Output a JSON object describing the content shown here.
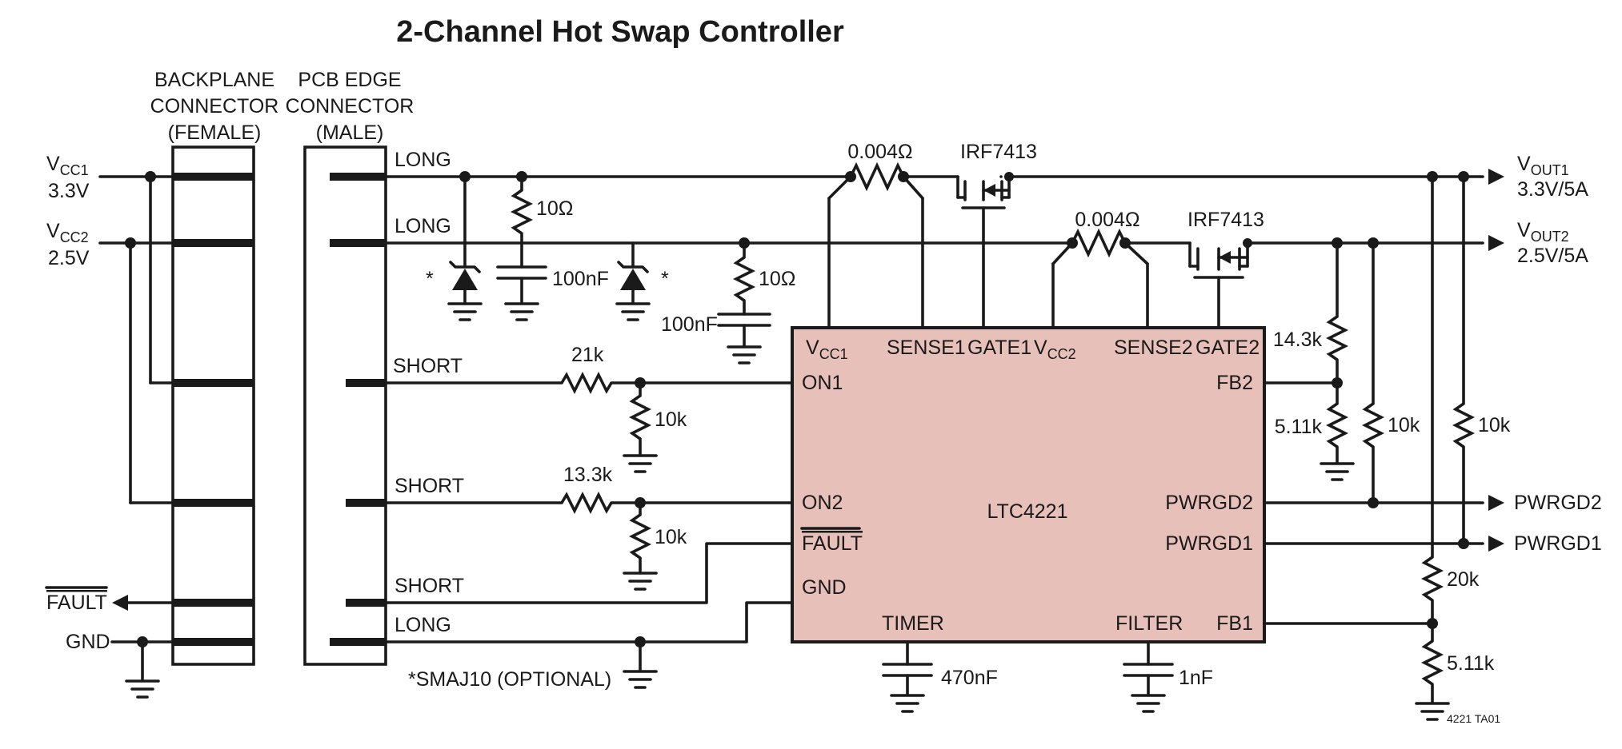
{
  "title": "2-Channel Hot Swap Controller",
  "connectors": {
    "backplane": [
      "BACKPLANE",
      "CONNECTOR",
      "(FEMALE)"
    ],
    "pcb_edge": [
      "PCB EDGE",
      "CONNECTOR",
      "(MALE)"
    ]
  },
  "supplies": {
    "vcc1_main": "V",
    "vcc1_sub": "CC1",
    "vcc1_value": "3.3V",
    "vcc2_main": "V",
    "vcc2_sub": "CC2",
    "vcc2_value": "2.5V"
  },
  "pins": {
    "long1": "LONG",
    "long2": "LONG",
    "short1": "SHORT",
    "short2": "SHORT",
    "short3": "SHORT",
    "long3": "LONG"
  },
  "edge_signals": {
    "fault": "FAULT",
    "gnd": "GND"
  },
  "components": {
    "sense1": "0.004Ω",
    "sense2": "0.004Ω",
    "fet1": "IRF7413",
    "fet2": "IRF7413",
    "r_snub1": "10Ω",
    "c_snub1": "100nF",
    "r_snub2": "10Ω",
    "c_snub2": "100nF",
    "r_on1_top": "21k",
    "r_on1_bot": "10k",
    "r_on2_top": "13.3k",
    "r_on2_bot": "10k",
    "r_fb2_top": "14.3k",
    "r_fb2_bot": "5.11k",
    "r_pg2": "10k",
    "r_pg1": "10k",
    "r_fb1_top": "20k",
    "r_fb1_bot": "5.11k",
    "c_timer": "470nF",
    "c_filter": "1nF",
    "tvs_mark_1": "*",
    "tvs_mark_2": "*",
    "tvs_note": "*SMAJ10 (OPTIONAL)"
  },
  "chip": {
    "name": "LTC4221",
    "vcc1_main": "V",
    "vcc1_sub": "CC1",
    "sense1": "SENSE1",
    "gate1": "GATE1",
    "vcc2_main": "V",
    "vcc2_sub": "CC2",
    "sense2": "SENSE2",
    "gate2": "GATE2",
    "on1": "ON1",
    "on2": "ON2",
    "fault": "FAULT",
    "gnd": "GND",
    "timer": "TIMER",
    "filter": "FILTER",
    "fb2": "FB2",
    "pwrgd2": "PWRGD2",
    "pwrgd1": "PWRGD1",
    "fb1": "FB1"
  },
  "outputs": {
    "vout1_main": "V",
    "vout1_sub": "OUT1",
    "vout1_value": "3.3V/5A",
    "vout2_main": "V",
    "vout2_sub": "OUT2",
    "vout2_value": "2.5V/5A",
    "pwrgd2": "PWRGD2",
    "pwrgd1": "PWRGD1"
  },
  "footnote": "4221 TA01"
}
